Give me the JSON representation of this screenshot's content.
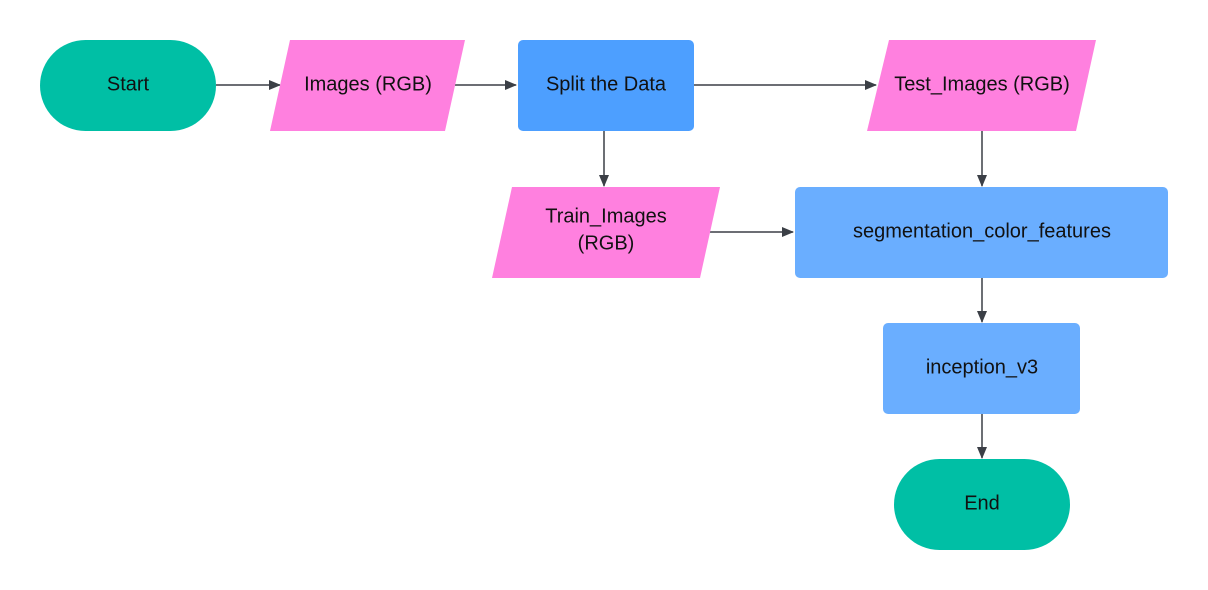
{
  "colors": {
    "terminal": "#00bfa5",
    "io": "#ff80df",
    "process_dark": "#4d9fff",
    "process_light": "#6aaeff",
    "edge": "#3b3f46"
  },
  "nodes": {
    "start": {
      "label": "Start"
    },
    "images_rgb": {
      "label": "Images (RGB)"
    },
    "split_data": {
      "label": "Split the Data"
    },
    "test_images": {
      "label": "Test_Images (RGB)"
    },
    "train_images": {
      "label_line1": "Train_Images",
      "label_line2": "(RGB)"
    },
    "segmentation": {
      "label": "segmentation_color_features"
    },
    "inception": {
      "label": "inception_v3"
    },
    "end": {
      "label": "End"
    }
  },
  "edges": [
    {
      "from": "start",
      "to": "images_rgb"
    },
    {
      "from": "images_rgb",
      "to": "split_data"
    },
    {
      "from": "split_data",
      "to": "test_images"
    },
    {
      "from": "split_data",
      "to": "train_images"
    },
    {
      "from": "test_images",
      "to": "segmentation"
    },
    {
      "from": "train_images",
      "to": "segmentation"
    },
    {
      "from": "segmentation",
      "to": "inception"
    },
    {
      "from": "inception",
      "to": "end"
    }
  ]
}
